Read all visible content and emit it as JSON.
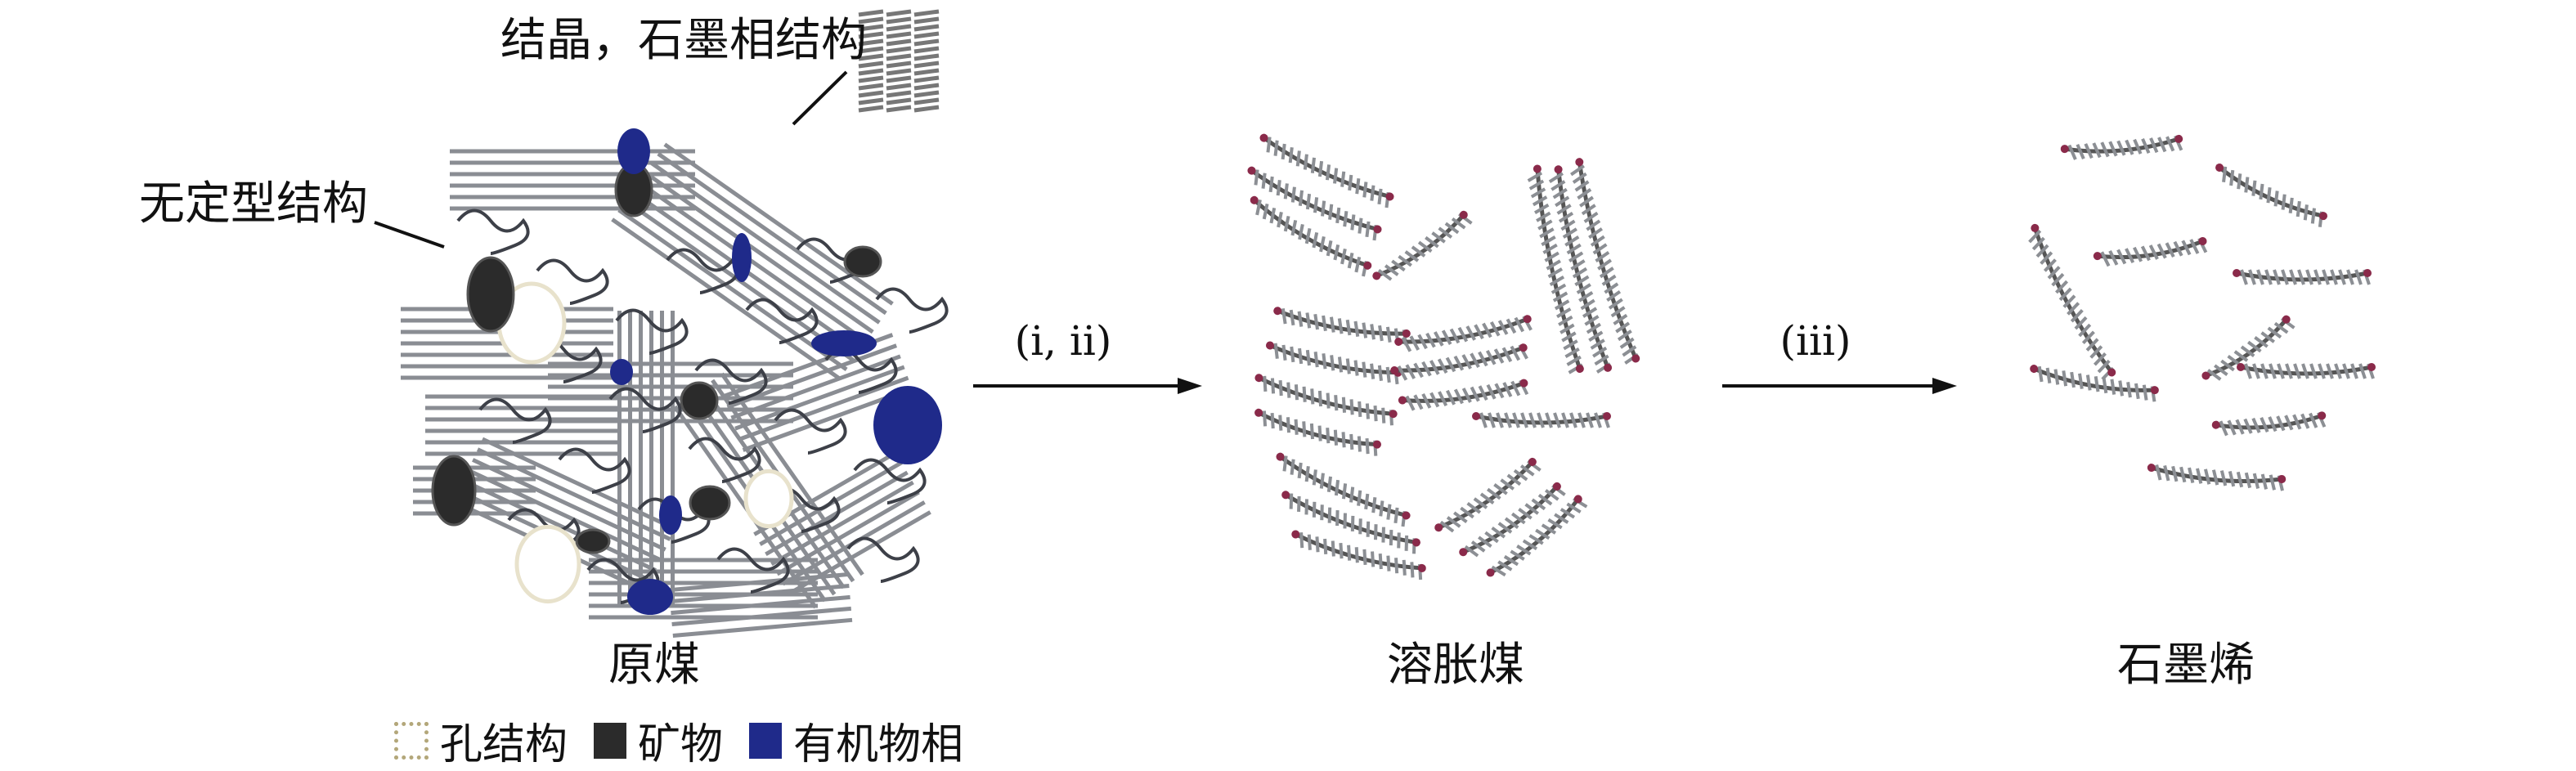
{
  "labels": {
    "crystalline": "结晶，石墨相结构",
    "amorphous": "无定型结构",
    "raw_coal": "原煤",
    "swollen_coal": "溶胀煤",
    "graphene": "石墨烯",
    "step1": "(i, ii)",
    "step2": "(iii)"
  },
  "legend": [
    {
      "label": "孔结构",
      "icon": "pore-icon"
    },
    {
      "label": "矿物",
      "icon": "mineral-icon"
    },
    {
      "label": "有机物相",
      "icon": "organic-phase-icon"
    }
  ],
  "colors": {
    "mineral": "#2b2b2b",
    "organic": "#1f2a8a",
    "pore": "#b3a77a",
    "layers": "#8a8d93",
    "edge_dots": "#8a2a4a"
  }
}
